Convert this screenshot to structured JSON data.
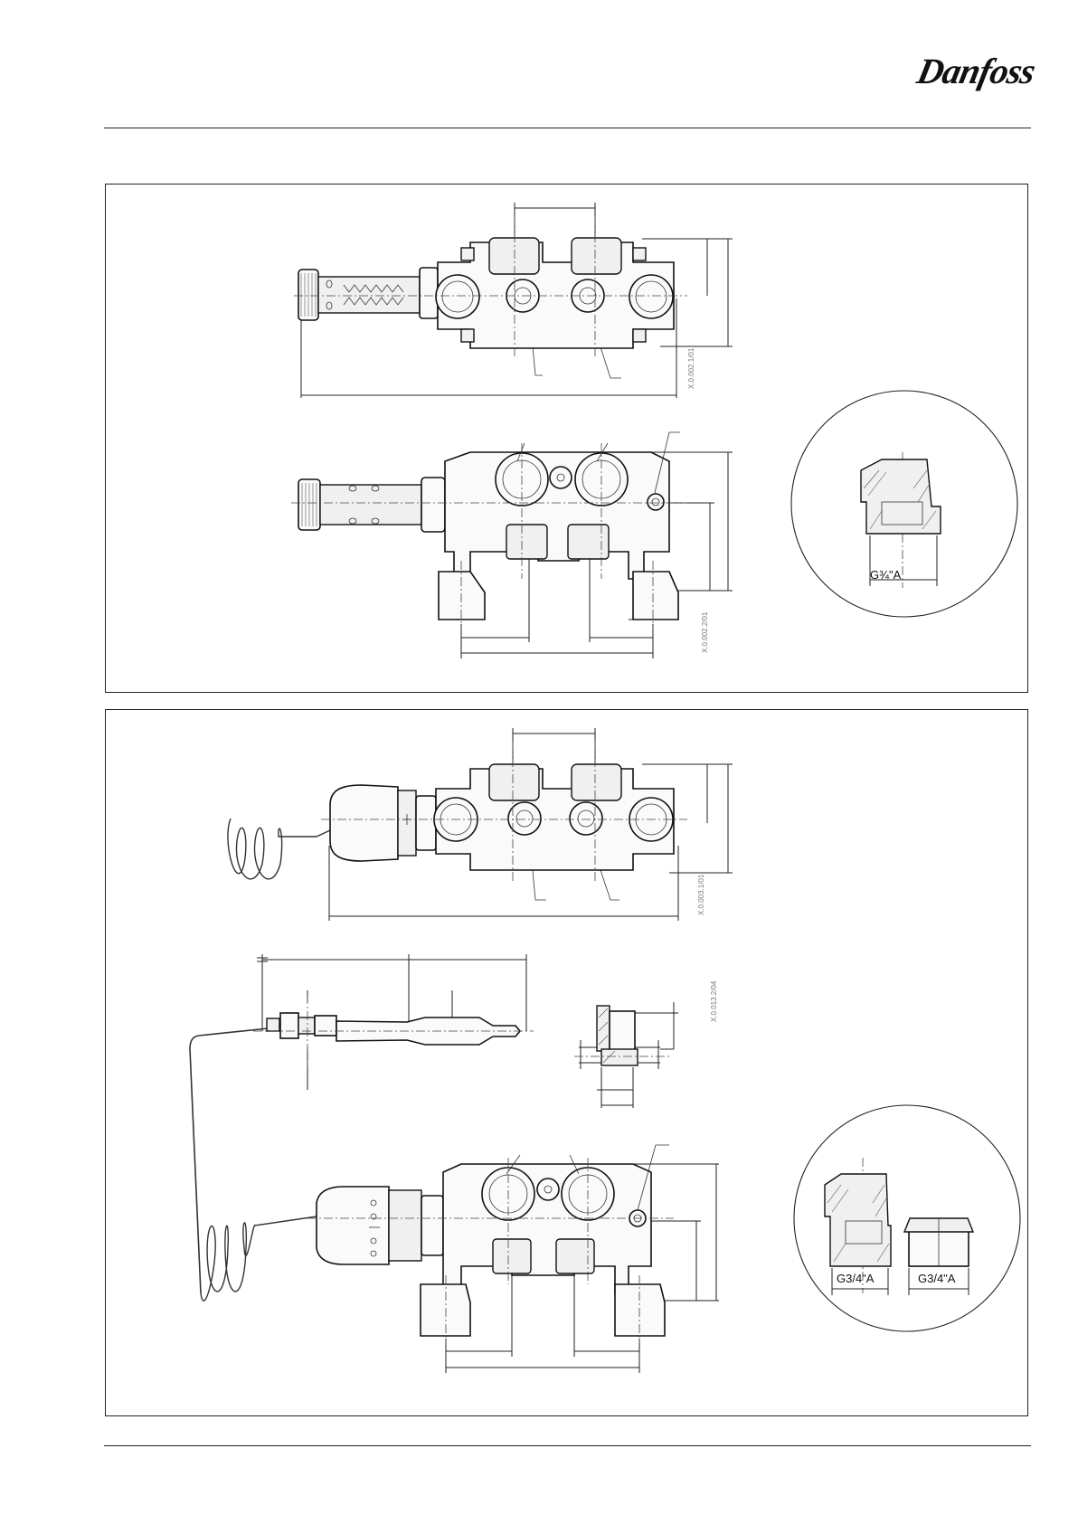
{
  "header": {
    "brand": "Danfoss"
  },
  "figure1": {
    "drawing_codes": [
      "X.0.002.1/01",
      "X.0.002.2/01"
    ],
    "detail_thread_label": "G¾\"A"
  },
  "figure2": {
    "drawing_codes": [
      "X.0.003.1/01",
      "X.0.013.2/04"
    ],
    "detail_thread_labels": [
      "G3/4\"A",
      "G3/4\"A"
    ]
  }
}
